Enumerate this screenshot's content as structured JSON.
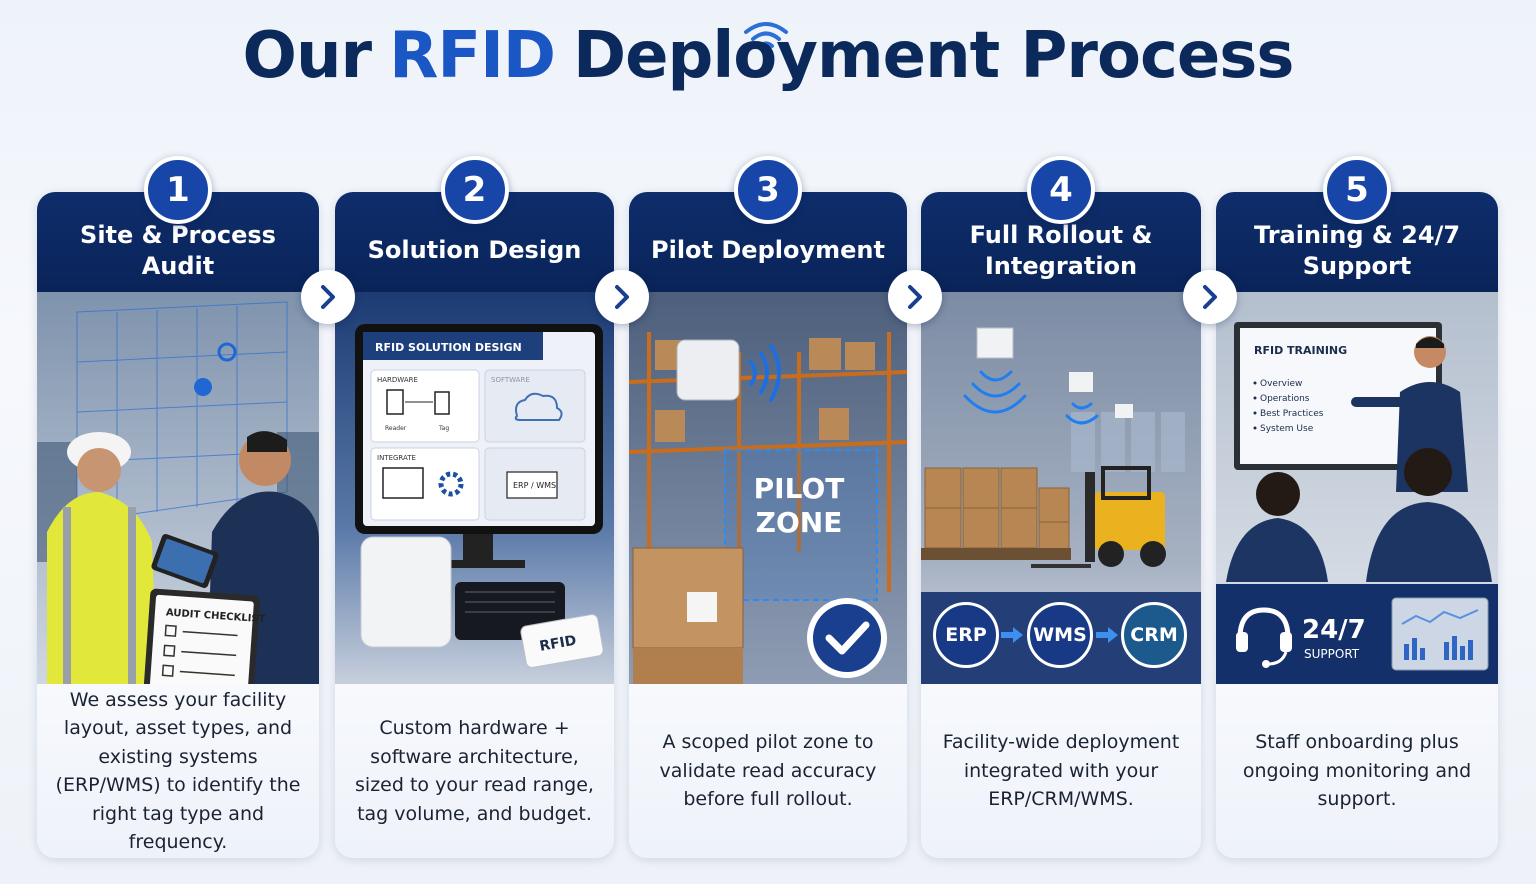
{
  "title": {
    "part1": "Our",
    "accent": "RFID",
    "part2": "Deployment Process"
  },
  "colors": {
    "navy": "#0b2a5b",
    "accent": "#1a56c4",
    "card_header": "#0e2d6b",
    "badge": "#1746a8"
  },
  "steps": [
    {
      "number": "1",
      "title": "Site & Process Audit",
      "description": "We assess your facility layout, asset types, and existing systems (ERP/WMS) to identify the right tag type and frequency.",
      "image_labels": {
        "checklist": "AUDIT CHECKLIST"
      }
    },
    {
      "number": "2",
      "title": "Solution Design",
      "description": "Custom hardware + software architecture, sized to your read range, tag volume, and budget.",
      "image_labels": {
        "screen_title": "RFID SOLUTION DESIGN",
        "hardware": "HARDWARE",
        "reader": "Reader",
        "tag": "Tag",
        "software": "SOFTWARE",
        "integrate": "INTEGRATE",
        "erp_wms": "ERP / WMS",
        "rfid_tag": "RFID"
      }
    },
    {
      "number": "3",
      "title": "Pilot Deployment",
      "description": "A scoped pilot zone to validate read accuracy before full rollout.",
      "image_labels": {
        "zone_line1": "PILOT",
        "zone_line2": "ZONE"
      }
    },
    {
      "number": "4",
      "title": "Full Rollout & Integration",
      "description": "Facility-wide deployment integrated with your ERP/CRM/WMS.",
      "image_labels": {
        "erp": "ERP",
        "wms": "WMS",
        "crm": "CRM"
      }
    },
    {
      "number": "5",
      "title": "Training & 24/7 Support",
      "description": "Staff onboarding plus ongoing monitoring and support.",
      "image_labels": {
        "board_title": "RFID TRAINING",
        "bullets": [
          "Overview",
          "Operations",
          "Best Practices",
          "System Use"
        ],
        "hours": "24/7",
        "support": "SUPPORT"
      }
    }
  ]
}
